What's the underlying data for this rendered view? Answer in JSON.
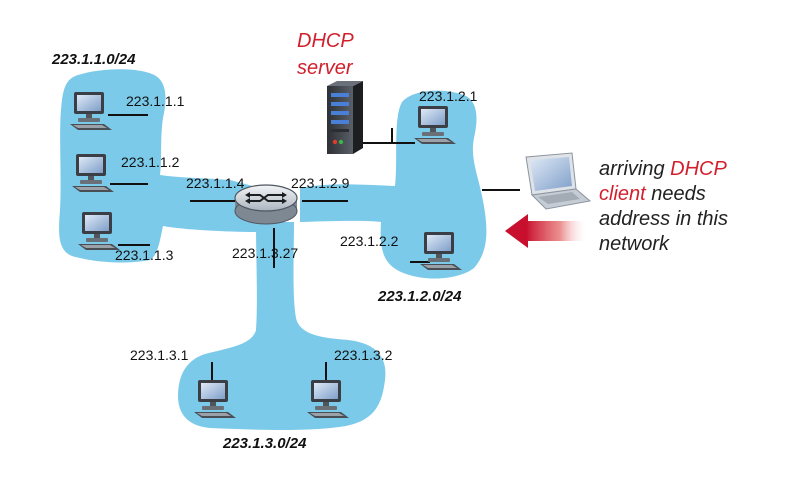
{
  "subnets": {
    "left": "223.1.1.0/24",
    "right": "223.1.2.0/24",
    "bottom": "223.1.3.0/24"
  },
  "hosts": {
    "h1": "223.1.1.1",
    "h2": "223.1.1.2",
    "h3": "223.1.1.3",
    "h4": "223.1.2.1",
    "h5": "223.1.2.2",
    "h6": "223.1.3.1",
    "h7": "223.1.3.2"
  },
  "router": {
    "if_left": "223.1.1.4",
    "if_right": "223.1.2.9",
    "if_bottom": "223.1.3.27"
  },
  "dhcp_server": {
    "line1": "DHCP",
    "line2": "server"
  },
  "client_note": {
    "line1_prefix": "arriving ",
    "line1_red": "DHCP",
    "line2_red": "client",
    "line2_rest": " needs",
    "line3": "address in this",
    "line4": "network"
  },
  "colors": {
    "network_fill": "#7ccaea",
    "accent_red": "#d21f2b"
  },
  "icons": {
    "router": "router-icon",
    "server": "server-icon",
    "desktop": "desktop-computer-icon",
    "laptop": "laptop-icon",
    "arrow": "arrow-left-icon"
  }
}
